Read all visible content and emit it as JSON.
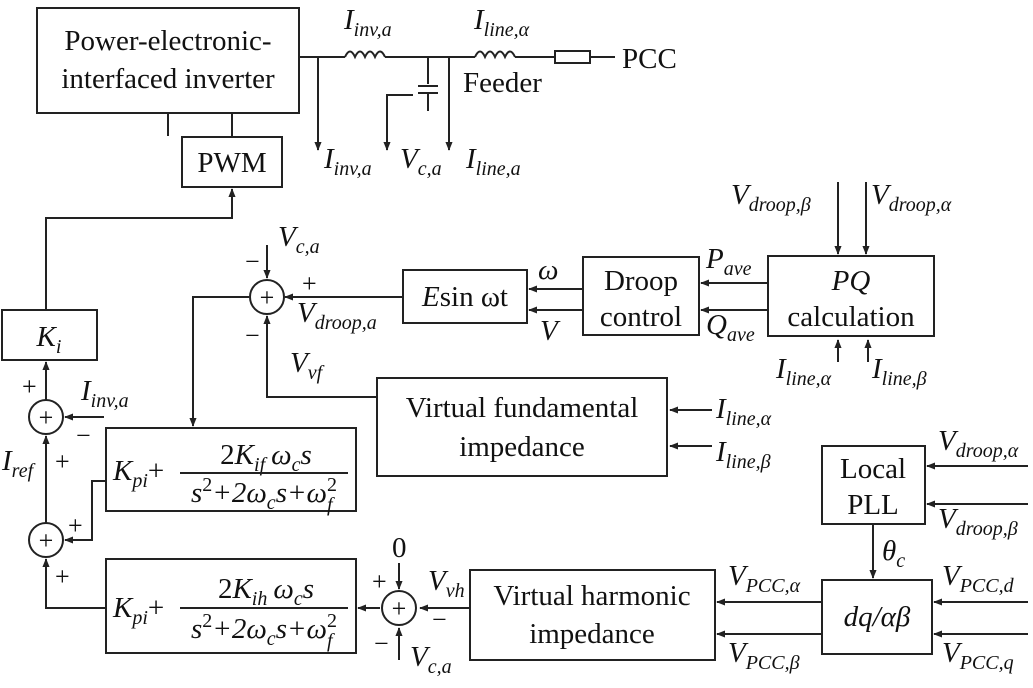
{
  "blocks": {
    "inverter": [
      "Power-electronic-",
      "interfaced inverter"
    ],
    "pwm": "PWM",
    "pcc": "PCC",
    "feeder": "Feeder",
    "ki": {
      "main": "K",
      "sub": "i"
    },
    "esin": {
      "e": "E",
      "rest": "sin ωt"
    },
    "droop": [
      "Droop",
      "control"
    ],
    "pq": {
      "italic": "PQ",
      "plain": "calculation"
    },
    "vfi": [
      "Virtual fundamental",
      "impedance"
    ],
    "vhi": [
      "Virtual harmonic",
      "impedance"
    ],
    "pll": [
      "Local",
      "PLL"
    ],
    "dq": "dq/αβ",
    "tf_if": {
      "kpi": "K",
      "kpi_sub": "pi",
      "plus": "+",
      "num_2": "2",
      "num_K": "K",
      "num_sub": "if",
      "num_rest": "ω",
      "num_c": "c",
      "num_s": "s",
      "den": "s",
      "den_pow": "2",
      "den_mid": "+2ω",
      "den_c": "c",
      "den_s": "s+ω",
      "den_f": "f",
      "den_f_pow": "2"
    },
    "tf_ih": {
      "kpi": "K",
      "kpi_sub": "pi",
      "plus": "+",
      "num_2": "2",
      "num_K": "K",
      "num_sub": "ih",
      "num_rest": "ω",
      "num_c": "c",
      "num_s": "s",
      "den": "s",
      "den_pow": "2",
      "den_mid": "+2ω",
      "den_c": "c",
      "den_s": "s+ω",
      "den_f": "f",
      "den_f_pow": "2"
    }
  },
  "signals": {
    "i_inv_top": {
      "m": "I",
      "s": "inv,a"
    },
    "i_line_top": {
      "m": "I",
      "s": "line,α"
    },
    "i_inv_meas": {
      "m": "I",
      "s": "inv,a"
    },
    "vc_meas": {
      "m": "V",
      "s": "c,a"
    },
    "i_line_meas": {
      "m": "I",
      "s": "line,a"
    },
    "v_droop_beta_top": {
      "m": "V",
      "s": "droop,β"
    },
    "v_droop_alpha_top": {
      "m": "V",
      "s": "droop,α"
    },
    "omega": "ω",
    "v_small": "V",
    "p_ave": {
      "m": "P",
      "s": "ave"
    },
    "q_ave": {
      "m": "Q",
      "s": "ave"
    },
    "vc_in": {
      "m": "V",
      "s": "c,a"
    },
    "v_droop_a": {
      "m": "V",
      "s": "droop,a"
    },
    "v_vf": {
      "m": "V",
      "s": "vf"
    },
    "i_line_alpha_pq": {
      "m": "I",
      "s": "line,α"
    },
    "i_line_beta_pq": {
      "m": "I",
      "s": "line,β"
    },
    "i_line_alpha_vf": {
      "m": "I",
      "s": "line,α"
    },
    "i_line_beta_vf": {
      "m": "I",
      "s": "line,β"
    },
    "i_inv_fb": {
      "m": "I",
      "s": "inv,a"
    },
    "i_ref": {
      "m": "I",
      "s": "ref"
    },
    "v_droop_alpha_pll": {
      "m": "V",
      "s": "droop,α"
    },
    "v_droop_beta_pll": {
      "m": "V",
      "s": "droop,β"
    },
    "theta": {
      "m": "θ",
      "s": "c"
    },
    "v_pcc_alpha": {
      "m": "V",
      "s": "PCC,α"
    },
    "v_pcc_beta": {
      "m": "V",
      "s": "PCC,β"
    },
    "v_pcc_d": {
      "m": "V",
      "s": "PCC,d"
    },
    "v_pcc_q": {
      "m": "V",
      "s": "PCC,q"
    },
    "v_vh": {
      "m": "V",
      "s": "vh"
    },
    "vc_bottom": {
      "m": "V",
      "s": "c,a"
    },
    "zero": "0"
  },
  "summing_signs": {
    "sj1_minus": "−",
    "sj1_plus": "+",
    "sj1_bottom_minus": "−",
    "sj_fb_plus_left": "+",
    "sj_fb_minus": "−",
    "sj_ref_plus_top": "+",
    "sj_ref_plus_right": "+",
    "sj_ref_plus_bottom": "+",
    "sj_h_plus": "+",
    "sj_h_minus_right": "−",
    "sj_h_minus_bottom": "−",
    "circle_plus": "+"
  }
}
